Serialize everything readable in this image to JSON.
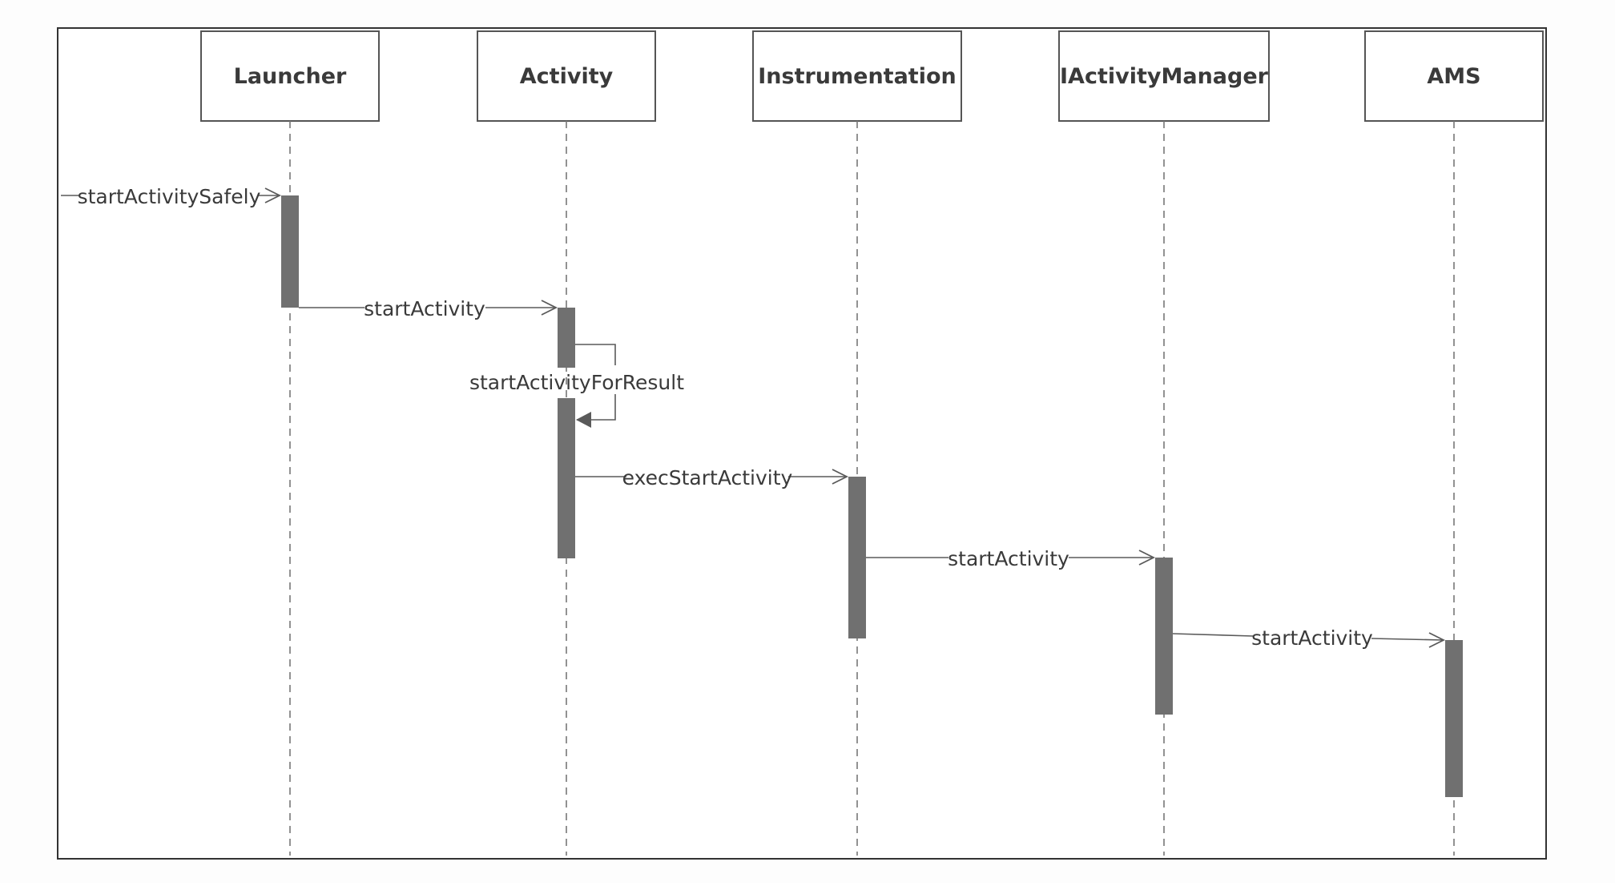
{
  "participants": [
    {
      "id": "launcher",
      "label": "Launcher"
    },
    {
      "id": "activity",
      "label": "Activity"
    },
    {
      "id": "instrumentation",
      "label": "Instrumentation"
    },
    {
      "id": "iactivitymanager",
      "label": "IActivityManager"
    },
    {
      "id": "ams",
      "label": "AMS"
    }
  ],
  "messages": [
    {
      "id": "m1",
      "label": "startActivitySafely",
      "from": "external",
      "to": "launcher"
    },
    {
      "id": "m2",
      "label": "startActivity",
      "from": "launcher",
      "to": "activity"
    },
    {
      "id": "m3",
      "label": "startActivityForResult",
      "from": "activity",
      "to": "activity"
    },
    {
      "id": "m4",
      "label": "execStartActivity",
      "from": "activity",
      "to": "instrumentation"
    },
    {
      "id": "m5",
      "label": "startActivity",
      "from": "instrumentation",
      "to": "iactivitymanager"
    },
    {
      "id": "m6",
      "label": "startActivity",
      "from": "iactivitymanager",
      "to": "ams"
    }
  ],
  "colors": {
    "frame": "#333333",
    "box_border": "#555555",
    "lifeline": "#777777",
    "activation": "#707070",
    "arrow": "#5a5a5a",
    "text": "#3a3a3a"
  }
}
